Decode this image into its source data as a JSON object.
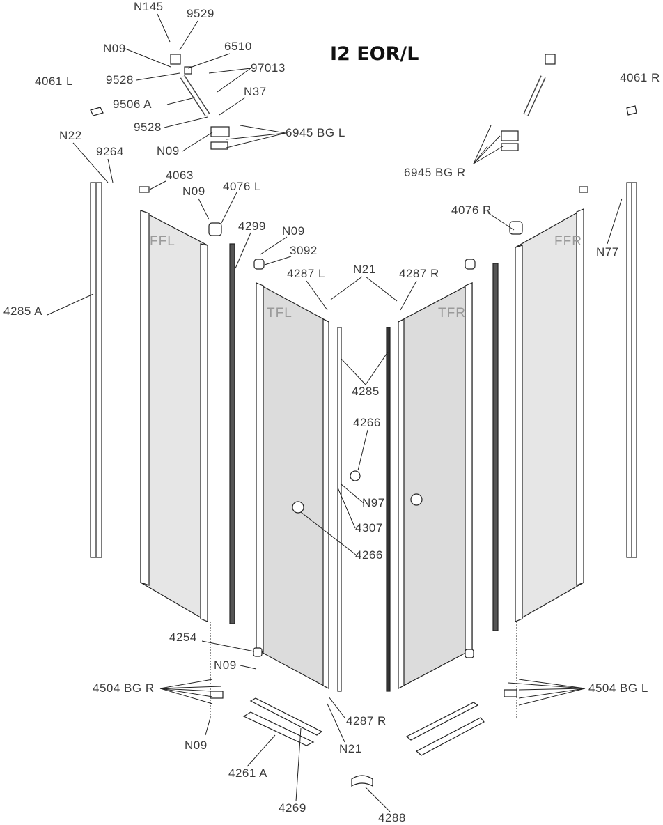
{
  "title": "I2 EOR/L",
  "panes": {
    "ffl": "FFL",
    "tfl": "TFL",
    "tfr": "TFR",
    "ffr": "FFR"
  },
  "labels": {
    "n145": "N145",
    "p9529": "9529",
    "n09_a": "N09",
    "p6510": "6510",
    "p9528_a": "9528",
    "p97013": "97013",
    "p4061l": "4061 L",
    "p9506a": "9506 A",
    "n37": "N37",
    "p9528_b": "9528",
    "n09_b": "N09",
    "p6945l": "6945 BG L",
    "n22": "N22",
    "p9264": "9264",
    "p4063": "4063",
    "n09_c": "N09",
    "p4076l": "4076 L",
    "p4299": "4299",
    "n09_d": "N09",
    "p3092": "3092",
    "p4287l": "4287 L",
    "n21_a": "N21",
    "p4287r_a": "4287 R",
    "p4285a": "4285 A",
    "p4285": "4285",
    "p4266_a": "4266",
    "n97": "N97",
    "p4307": "4307",
    "p4266_b": "4266",
    "p4254": "4254",
    "n09_e": "N09",
    "p4504r": "4504 BG R",
    "p4287r_b": "4287 R",
    "n21_b": "N21",
    "n09_f": "N09",
    "p4261a": "4261 A",
    "p4269": "4269",
    "p4288": "4288",
    "p4061r": "4061 R",
    "p6945r": "6945 BG R",
    "p4076r": "4076 R",
    "n77": "N77",
    "p4504l": "4504 BG L"
  }
}
